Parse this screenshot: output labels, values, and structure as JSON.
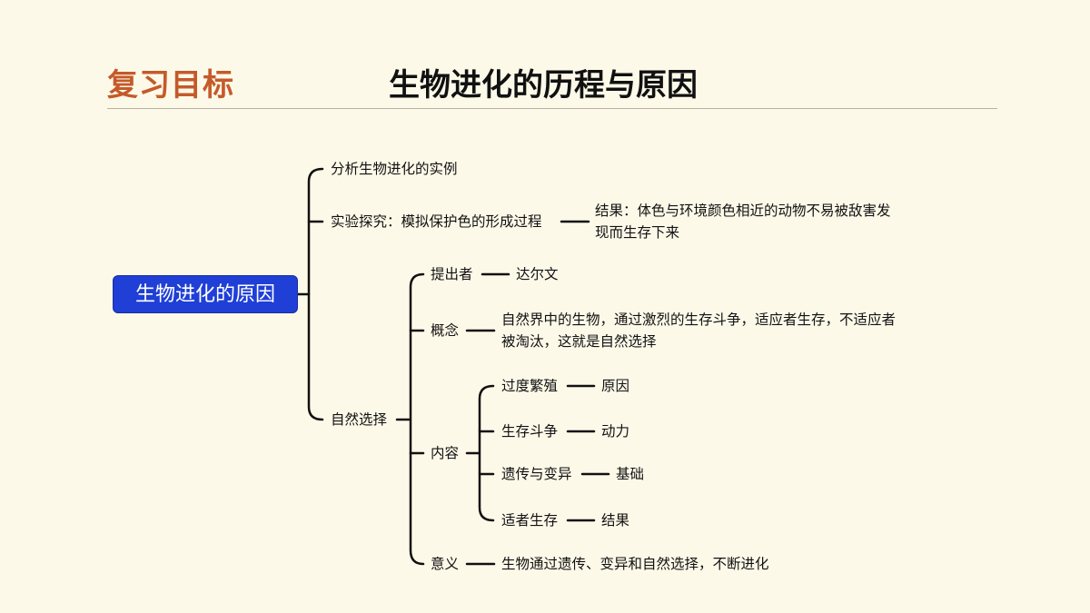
{
  "header": {
    "section": "复习目标",
    "title": "生物进化的历程与原因"
  },
  "mindmap": {
    "root": "生物进化的原因",
    "branch1": "分析生物进化的实例",
    "branch2": "实验探究：模拟保护色的形成过程",
    "branch2_result_line1": "结果：体色与环境颜色相近的动物不易被敌害发",
    "branch2_result_line2": "现而生存下来",
    "branch3": "自然选择",
    "proposer": "提出者",
    "proposer_value": "达尔文",
    "concept": "概念",
    "concept_line1": "自然界中的生物，通过激烈的生存斗争，适应者生存，不适应者",
    "concept_line2": "被淘汰，这就是自然选择",
    "content": "内容",
    "content_items": [
      {
        "label": "过度繁殖",
        "value": "原因"
      },
      {
        "label": "生存斗争",
        "value": "动力"
      },
      {
        "label": "遗传与变异",
        "value": "基础"
      },
      {
        "label": "适者生存",
        "value": "结果"
      }
    ],
    "meaning": "意义",
    "meaning_value": "生物通过遗传、变异和自然选择，不断进化"
  }
}
